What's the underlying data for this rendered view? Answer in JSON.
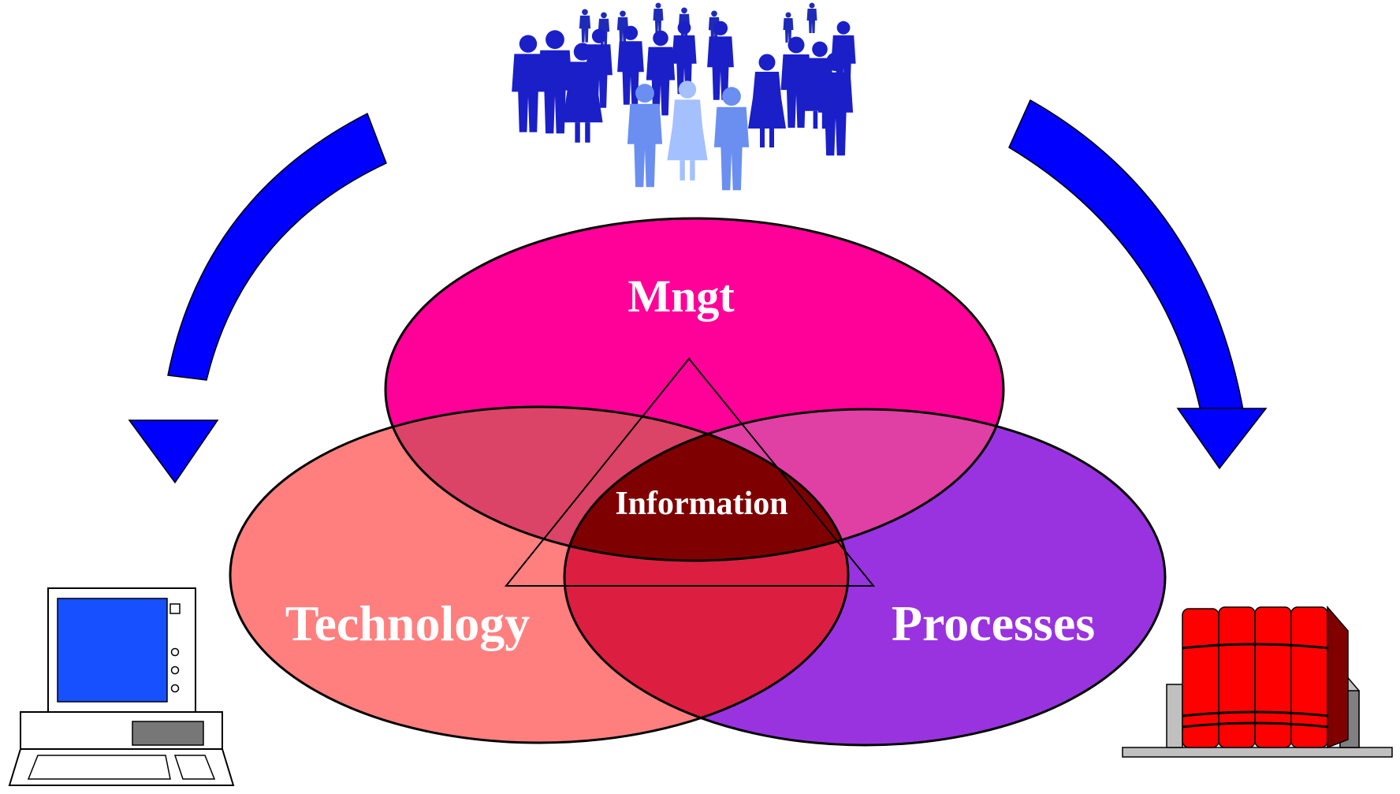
{
  "diagram": {
    "labels": {
      "top": "Mngt",
      "left": "Technology",
      "right": "Processes",
      "center": "Information"
    },
    "icons": {
      "people": "people-group-icon",
      "computer": "computer-icon",
      "books": "books-icon",
      "arrow_left": "curved-arrow-left-icon",
      "arrow_right": "curved-arrow-right-icon"
    },
    "colors": {
      "mngt": "#FF0099",
      "technology": "#FF7F7F",
      "processes": "#9933E0",
      "center": "#7F0000",
      "arrows": "#0000FF",
      "label_text": "#FFFFFF"
    }
  }
}
